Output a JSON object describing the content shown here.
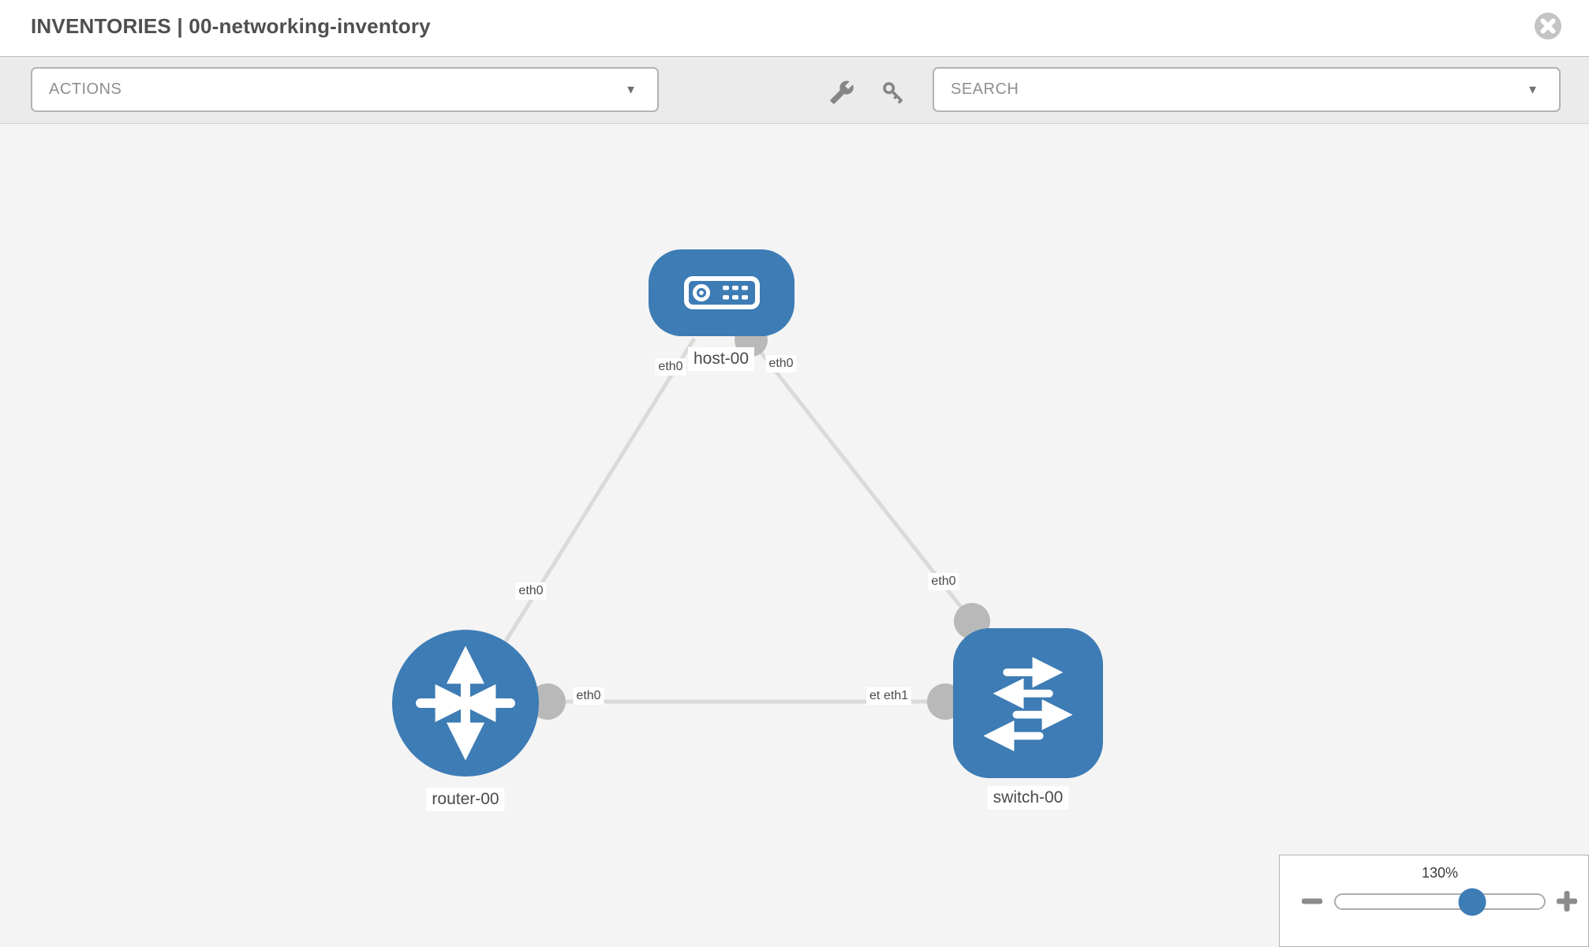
{
  "header": {
    "title": "INVENTORIES | 00-networking-inventory"
  },
  "toolbar": {
    "actions_dropdown": {
      "value": "ACTIONS",
      "caret": "▼"
    },
    "tool_icons": [
      "wrench-icon",
      "key-icon"
    ],
    "search_dropdown": {
      "value": "SEARCH",
      "caret": "▼"
    }
  },
  "graph": {
    "nodes": [
      {
        "label": "host-00",
        "type": "host",
        "icon": "host-icon"
      },
      {
        "label": "router-00",
        "type": "router",
        "icon": "router-icon"
      },
      {
        "label": "switch-00",
        "type": "switch",
        "icon": "switch-icon"
      }
    ],
    "links": [
      {
        "from": "host-00",
        "from_iface": "eth0",
        "to": "router-00",
        "to_iface": "eth0"
      },
      {
        "from": "host-00",
        "from_iface": "eth0",
        "to": "switch-00",
        "to_iface": "eth0"
      },
      {
        "from": "router-00",
        "from_iface": "eth0",
        "to": "switch-00",
        "to_iface": "eth1"
      }
    ],
    "overlapped_label": "eth0"
  },
  "zoom": {
    "level": "130%"
  },
  "colors": {
    "node_blue": "#3d7cb5",
    "link_gray": "#dadada",
    "connector_gray": "#b9b9b9",
    "canvas_bg": "#f4f4f4"
  }
}
